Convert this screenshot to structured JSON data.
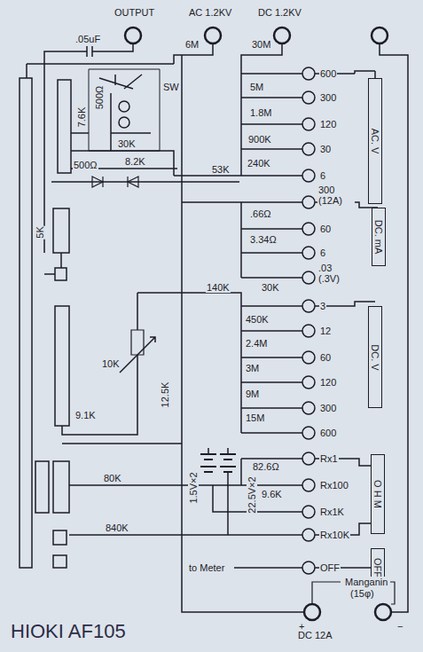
{
  "diagram": {
    "title": "HIOKI AF105",
    "nodes": [
      {
        "text": [
          "AC. V"
        ]
      },
      {
        "text": [
          "DC. mA"
        ]
      },
      {
        "text": [
          "DC. V"
        ]
      },
      {
        "text": [
          "O H M"
        ]
      },
      {
        "text": [
          "OFF"
        ]
      }
    ],
    "labels": [
      "OUTPUT",
      "AC 1.2KV",
      "DC 1.2KV",
      ".05uF",
      "6M",
      "30M",
      "SW",
      "500Ω",
      "7.6K",
      "30K",
      "500Ω",
      "8.2K",
      "5M",
      "600",
      "1.8M",
      "300",
      "900K",
      "120",
      "240K",
      "30",
      "53K",
      "6",
      "300 (12A)",
      ".66Ω",
      "60",
      "3.34Ω",
      "6",
      "30K",
      ".03 (.3V)",
      "140K",
      "3",
      "450K",
      "12",
      "2.4M",
      "60",
      "3M",
      "120",
      "9M",
      "300",
      "15M",
      "600",
      "5K",
      "10K",
      "12.5K",
      "9.1K",
      "82.6Ω",
      "Rx1",
      "9.6K",
      "Rx100",
      "80K",
      "1.5V×2",
      "22.5V×2",
      "Rx1K",
      "840K",
      "Rx10K",
      "to Meter",
      "OFF",
      "Manganin",
      "(15φ)",
      "DC 12A",
      "+",
      "−"
    ]
  }
}
